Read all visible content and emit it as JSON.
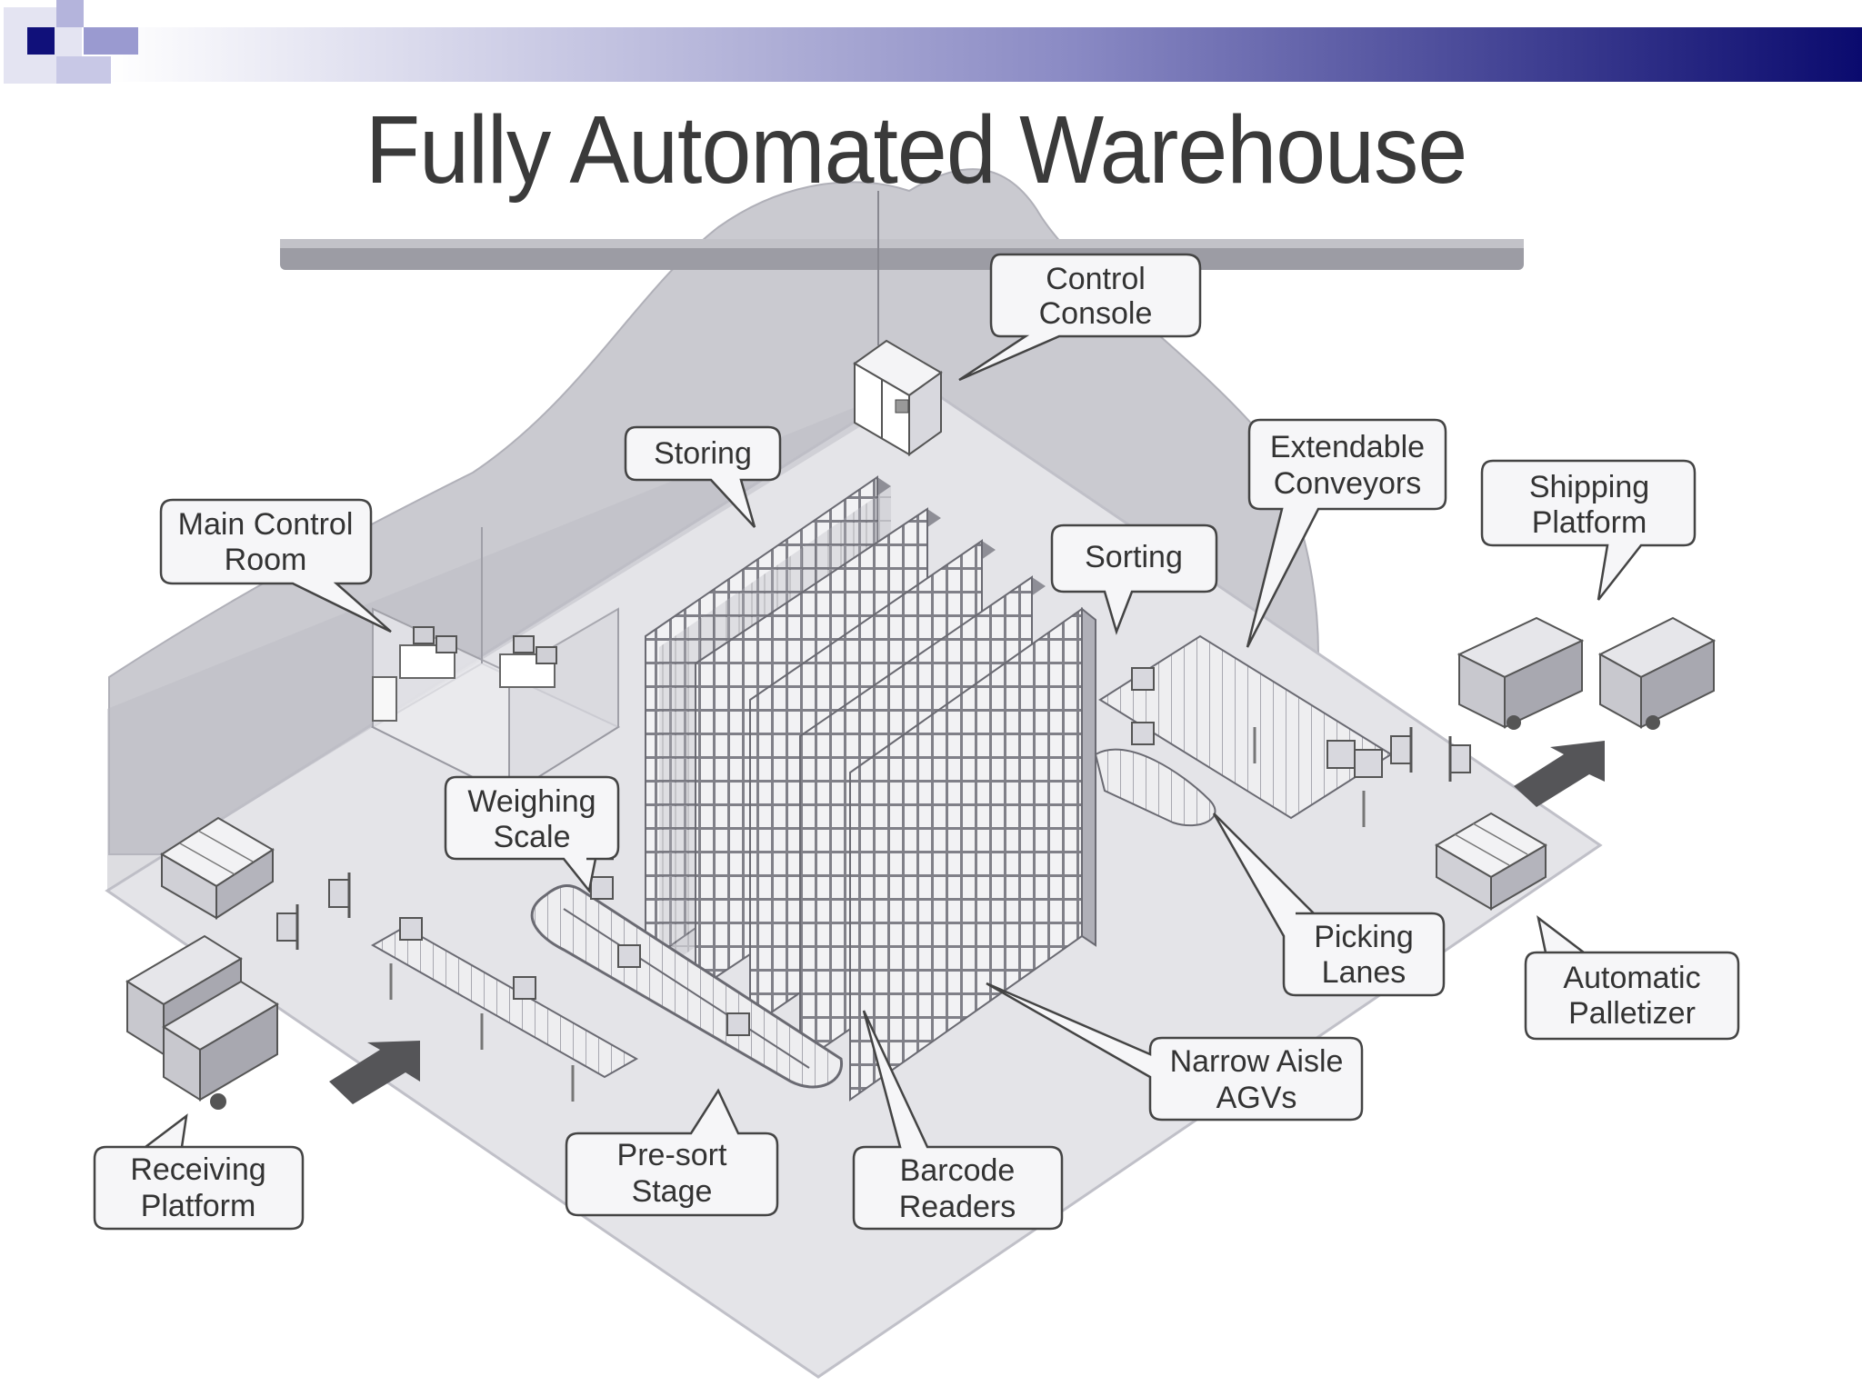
{
  "title": "Fully Automated Warehouse",
  "colors": {
    "band_start": "#ffffff",
    "band_end": "#0a0a6e",
    "logo_dark": "#10107a",
    "logo_light": "#9a9ad0",
    "backdrop": "#c9c9cf",
    "floor": "#e6e6ea",
    "rack": "#9a9aa2",
    "ink": "#333333"
  },
  "callouts": [
    {
      "id": "control-console",
      "lines": [
        "Control",
        "Console"
      ]
    },
    {
      "id": "storing",
      "lines": [
        "Storing"
      ]
    },
    {
      "id": "extendable-conveyors",
      "lines": [
        "Extendable",
        "Conveyors"
      ]
    },
    {
      "id": "shipping-platform",
      "lines": [
        "Shipping",
        "Platform"
      ]
    },
    {
      "id": "main-control-room",
      "lines": [
        "Main Control",
        "Room"
      ]
    },
    {
      "id": "sorting",
      "lines": [
        "Sorting"
      ]
    },
    {
      "id": "weighing-scale",
      "lines": [
        "Weighing",
        "Scale"
      ]
    },
    {
      "id": "picking-lanes",
      "lines": [
        "Picking",
        "Lanes"
      ]
    },
    {
      "id": "automatic-palletizer",
      "lines": [
        "Automatic",
        "Palletizer"
      ]
    },
    {
      "id": "narrow-aisle-agvs",
      "lines": [
        "Narrow Aisle",
        "AGVs"
      ]
    },
    {
      "id": "receiving-platform",
      "lines": [
        "Receiving",
        "Platform"
      ]
    },
    {
      "id": "pre-sort-stage",
      "lines": [
        "Pre-sort",
        "Stage"
      ]
    },
    {
      "id": "barcode-readers",
      "lines": [
        "Barcode",
        "Readers"
      ]
    }
  ]
}
